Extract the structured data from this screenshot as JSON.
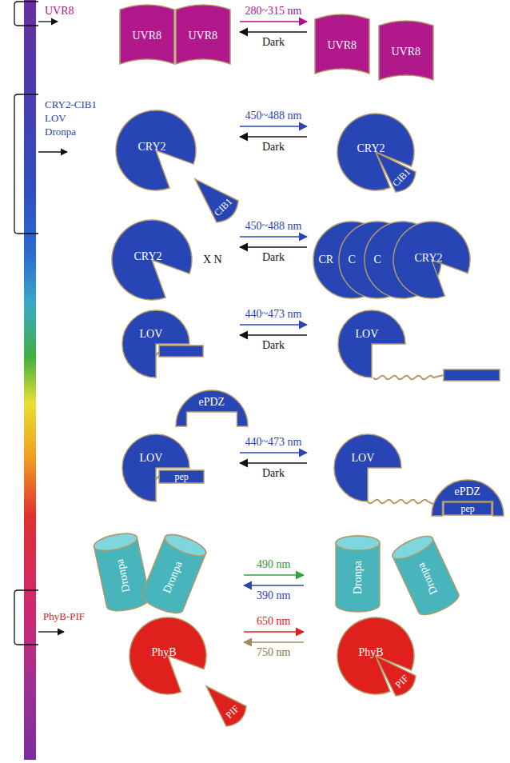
{
  "diagram": {
    "nodes": [
      {
        "text": [
          "UVR8"
        ]
      },
      {
        "text": [
          "UVR8"
        ]
      },
      {
        "text": [
          "UVR8"
        ]
      },
      {
        "text": [
          "UVR8"
        ]
      },
      {
        "text": [
          "CRY2"
        ]
      },
      {
        "text": [
          "CIB1"
        ]
      },
      {
        "text": [
          "CRY2"
        ]
      },
      {
        "text": [
          "CIB1"
        ],
        "in": 6
      },
      {
        "text": [
          "CRY2"
        ]
      },
      {
        "text": [
          "CR"
        ]
      },
      {
        "text": [
          "C"
        ]
      },
      {
        "text": [
          "C"
        ]
      },
      {
        "text": [
          "CRY2"
        ]
      },
      {
        "text": [
          "LOV"
        ]
      },
      {
        "text": [
          "LOV"
        ]
      },
      {
        "text": [
          "ePDZ"
        ]
      },
      {
        "text": [
          "LOV"
        ]
      },
      {
        "text": [
          "pep"
        ],
        "in": 16
      },
      {
        "text": [
          "LOV"
        ]
      },
      {
        "text": [
          "ePDZ"
        ]
      },
      {
        "text": [
          "pep"
        ],
        "in": 19
      },
      {
        "text": [
          "Dronpa"
        ]
      },
      {
        "text": [
          "Dronpa"
        ]
      },
      {
        "text": [
          "Dronpa"
        ]
      },
      {
        "text": [
          "Dronpa"
        ]
      },
      {
        "text": [
          "PhyB"
        ]
      },
      {
        "text": [
          "PIF"
        ]
      },
      {
        "text": [
          "PhyB"
        ]
      },
      {
        "text": [
          "PIF"
        ],
        "in": 27
      }
    ],
    "labels": [
      "UVR8",
      "CRY2-CIB1",
      "LOV",
      "Dronpa",
      "PhyB-PIF",
      "280~315 nm",
      "Dark",
      "450~488 nm",
      "Dark",
      "X N",
      "450~488 nm",
      "Dark",
      "440~473 nm",
      "Dark",
      "440~473 nm",
      "Dark",
      "490 nm",
      "390 nm",
      "650 nm",
      "750 nm"
    ]
  }
}
